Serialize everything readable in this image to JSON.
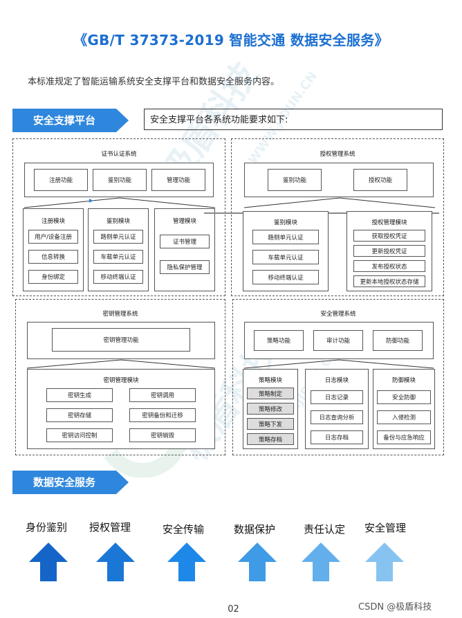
{
  "title": "《GB/T 37373-2019 智能交通 数据安全服务》",
  "intro": "本标准规定了智能运输系统安全支撑平台和数据安全服务内容。",
  "section1": {
    "label": "安全支撑平台",
    "desc": "安全支撑平台各系统功能要求如下:"
  },
  "cert_system": {
    "title": "证书认证系统",
    "functions": [
      "注册功能",
      "鉴别功能",
      "管理功能"
    ],
    "modules": [
      {
        "title": "注册模块",
        "items": [
          "用户/设备注册",
          "信息转换",
          "身份绑定"
        ]
      },
      {
        "title": "鉴别模块",
        "items": [
          "路侧单元认证",
          "车载单元认证",
          "移动终端认证"
        ]
      },
      {
        "title": "管理模块",
        "items": [
          "证书管理",
          "隐私保护管理"
        ]
      }
    ]
  },
  "auth_system": {
    "title": "授权管理系统",
    "functions": [
      "鉴别功能",
      "授权功能"
    ],
    "modules": [
      {
        "title": "鉴别模块",
        "items": [
          "路侧单元认证",
          "车载单元认证",
          "移动终端认证"
        ]
      },
      {
        "title": "授权管理模块",
        "items": [
          "获取授权凭证",
          "更新授权凭证",
          "发布授权状态",
          "更新本地授权状态存储"
        ]
      }
    ]
  },
  "key_system": {
    "title": "密钥管理系统",
    "function": "密钥管理功能",
    "module_title": "密钥管理模块",
    "items": [
      "密钥生成",
      "密钥调用",
      "密钥存储",
      "密钥备份和迁移",
      "密钥访问控制",
      "密钥销毁"
    ]
  },
  "sec_system": {
    "title": "安全管理系统",
    "functions": [
      "策略功能",
      "审计功能",
      "防御功能"
    ],
    "modules": [
      {
        "title": "策略模块",
        "items": [
          "策略制定",
          "策略修改",
          "策略下发",
          "策略存档"
        ]
      },
      {
        "title": "日志模块",
        "items": [
          "日志记录",
          "日志查询分析",
          "日志存档"
        ]
      },
      {
        "title": "防御模块",
        "items": [
          "安全防御",
          "入侵检测",
          "备份与应急响应"
        ]
      }
    ]
  },
  "section2": {
    "label": "数据安全服务"
  },
  "services": [
    {
      "label": "身份鉴别",
      "color": "#1565c8"
    },
    {
      "label": "授权管理",
      "color": "#1a77d6"
    },
    {
      "label": "安全传输",
      "color": "#1e88e8"
    },
    {
      "label": "数据保护",
      "color": "#3f9be6"
    },
    {
      "label": "责任认定",
      "color": "#63afec"
    },
    {
      "label": "安全管理",
      "color": "#86c3f0"
    }
  ],
  "watermark": {
    "brand": "极盾科技",
    "domain": "WWW.JIDUN.CN"
  },
  "page_number": "02",
  "credit": "CSDN @极盾科技"
}
